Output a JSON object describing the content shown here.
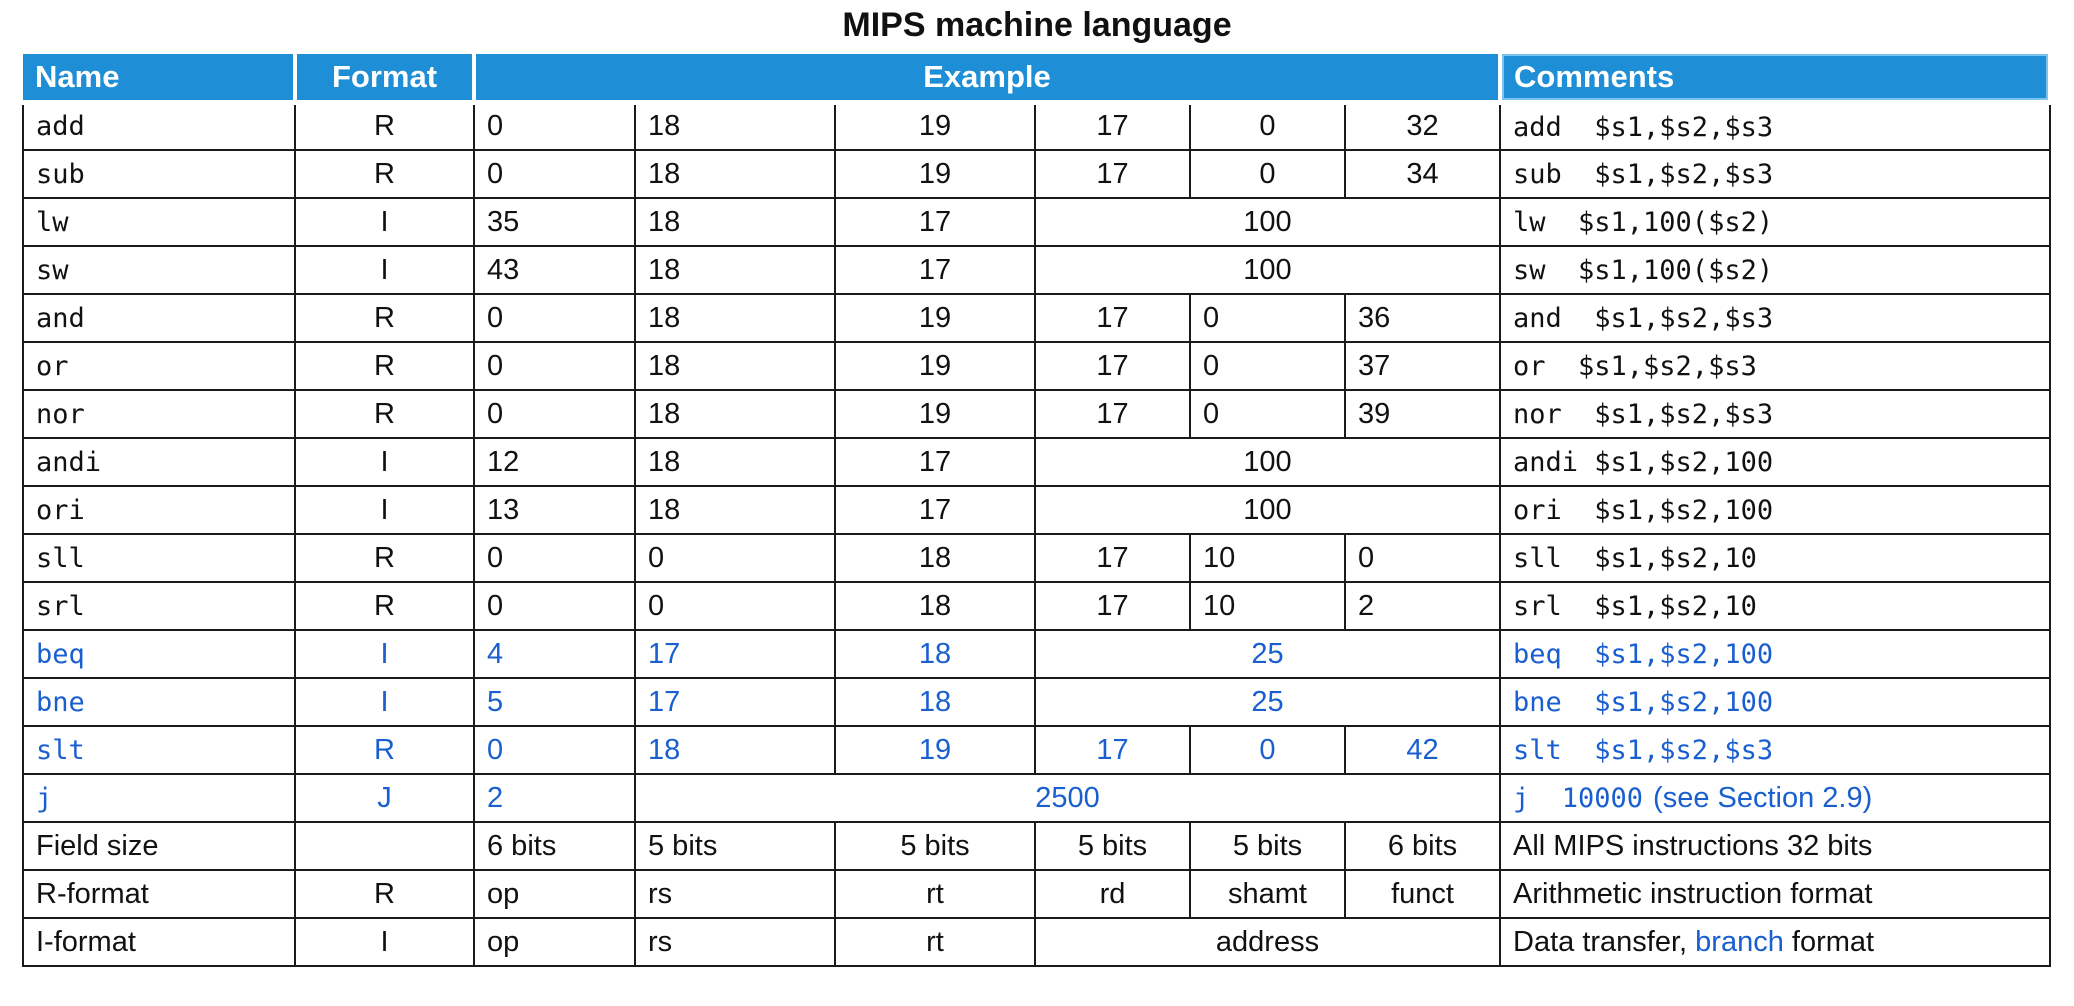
{
  "title": "MIPS machine language",
  "header": {
    "name": "Name",
    "format": "Format",
    "example": "Example",
    "comments": "Comments"
  },
  "rows": [
    {
      "name": "add",
      "format": "R",
      "fields": [
        "0",
        "18",
        "19",
        "17",
        "0",
        "32"
      ],
      "comment": "add  $s1,$s2,$s3"
    },
    {
      "name": "sub",
      "format": "R",
      "fields": [
        "0",
        "18",
        "19",
        "17",
        "0",
        "34"
      ],
      "comment": "sub  $s1,$s2,$s3"
    },
    {
      "name": "lw",
      "format": "I",
      "fields": [
        "35",
        "18",
        "17",
        "100"
      ],
      "comment": "lw  $s1,100($s2)"
    },
    {
      "name": "sw",
      "format": "I",
      "fields": [
        "43",
        "18",
        "17",
        "100"
      ],
      "comment": "sw  $s1,100($s2)"
    },
    {
      "name": "and",
      "format": "R",
      "fields": [
        "0",
        "18",
        "19",
        "17",
        "0",
        "36"
      ],
      "comment": "and  $s1,$s2,$s3"
    },
    {
      "name": "or",
      "format": "R",
      "fields": [
        "0",
        "18",
        "19",
        "17",
        "0",
        "37"
      ],
      "comment": "or  $s1,$s2,$s3"
    },
    {
      "name": "nor",
      "format": "R",
      "fields": [
        "0",
        "18",
        "19",
        "17",
        "0",
        "39"
      ],
      "comment": "nor  $s1,$s2,$s3"
    },
    {
      "name": "andi",
      "format": "I",
      "fields": [
        "12",
        "18",
        "17",
        "100"
      ],
      "comment": "andi $s1,$s2,100"
    },
    {
      "name": "ori",
      "format": "I",
      "fields": [
        "13",
        "18",
        "17",
        "100"
      ],
      "comment": "ori  $s1,$s2,100"
    },
    {
      "name": "sll",
      "format": "R",
      "fields": [
        "0",
        "0",
        "18",
        "17",
        "10",
        "0"
      ],
      "comment": "sll  $s1,$s2,10"
    },
    {
      "name": "srl",
      "format": "R",
      "fields": [
        "0",
        "0",
        "18",
        "17",
        "10",
        "2"
      ],
      "comment": "srl  $s1,$s2,10"
    },
    {
      "name": "beq",
      "format": "I",
      "fields": [
        "4",
        "17",
        "18",
        "25"
      ],
      "comment": "beq  $s1,$s2,100"
    },
    {
      "name": "bne",
      "format": "I",
      "fields": [
        "5",
        "17",
        "18",
        "25"
      ],
      "comment": "bne  $s1,$s2,100"
    },
    {
      "name": "slt",
      "format": "R",
      "fields": [
        "0",
        "18",
        "19",
        "17",
        "0",
        "42"
      ],
      "comment": "slt  $s1,$s2,$s3"
    },
    {
      "name": "j",
      "format": "J",
      "fields": [
        "2",
        "2500"
      ],
      "comment": "j  10000",
      "comment_note": "(see Section 2.9)"
    }
  ],
  "field_size": {
    "label": "Field size",
    "values": [
      "6 bits",
      "5 bits",
      "5 bits",
      "5 bits",
      "5 bits",
      "6 bits"
    ],
    "comment": "All MIPS instructions 32 bits"
  },
  "r_format": {
    "label": "R-format",
    "format": "R",
    "values": [
      "op",
      "rs",
      "rt",
      "rd",
      "shamt",
      "funct"
    ],
    "comment": "Arithmetic instruction format"
  },
  "i_format": {
    "label": "I-format",
    "format": "I",
    "values": [
      "op",
      "rs",
      "rt",
      "address"
    ],
    "comment_prefix": "Data transfer, ",
    "comment_link": "branch",
    "comment_suffix": " format"
  },
  "colors": {
    "header_bg": "#1e8fd6",
    "header_text": "#ffffff",
    "highlight_text": "#1a5fd0",
    "border": "#1a1a1a"
  }
}
